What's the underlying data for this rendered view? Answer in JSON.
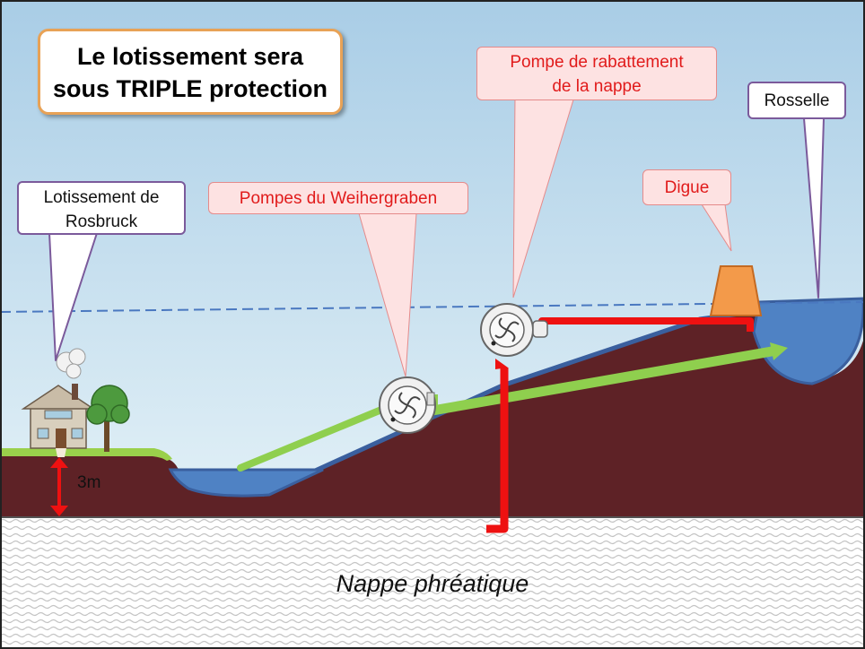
{
  "title": {
    "line1": "Le lotissement sera",
    "line2": "sous TRIPLE protection"
  },
  "callouts": {
    "lotissement": {
      "line1": "Lotissement de",
      "line2": "Rosbruck"
    },
    "pompes_weihergraben": "Pompes du Weihergraben",
    "pompe_rabattement": {
      "line1": "Pompe de rabattement",
      "line2": "de la nappe"
    },
    "digue": "Digue",
    "rosselle": "Rosselle"
  },
  "depth_label": "3m",
  "nappe_label": "Nappe phréatique",
  "colors": {
    "sky": "#d6ecf5",
    "ground": "#5e2226",
    "water": "#4f82c4",
    "grass": "#9ad04b",
    "pipe_green": "#8fcf4e",
    "pipe_red": "#ee1111",
    "dike": "#f39a4a",
    "title_border": "#e8a256",
    "callout_red_fill": "#fde2e2",
    "callout_red_text": "#e11b1b",
    "callout_white_border": "#7b5a9b"
  }
}
